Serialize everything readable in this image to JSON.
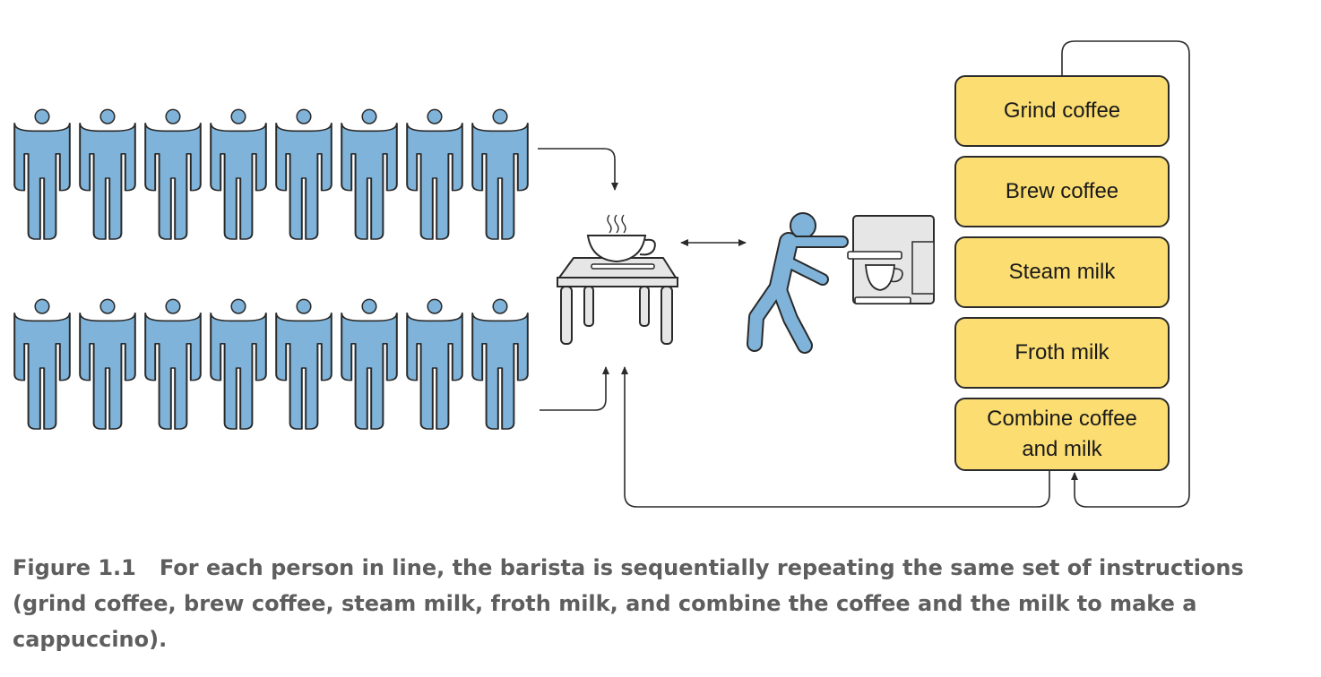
{
  "colors": {
    "person_fill": "#7fb3d9",
    "person_stroke": "#2a2a2a",
    "step_fill": "#fbdd71",
    "table_fill": "#e6e6e6",
    "caption": "#5e5e5e"
  },
  "queue": {
    "rows": 2,
    "people_per_row": 8
  },
  "steps": [
    {
      "label": "Grind coffee"
    },
    {
      "label": "Brew coffee"
    },
    {
      "label": "Steam milk"
    },
    {
      "label": "Froth milk"
    },
    {
      "label": "Combine coffee and milk"
    }
  ],
  "caption": {
    "label": "Figure 1.1",
    "text": "For each person in line, the barista is sequentially repeating the same set of instructions (grind coffee, brew coffee, steam milk, froth milk, and combine the coffee and the milk to make a cappuccino)."
  }
}
